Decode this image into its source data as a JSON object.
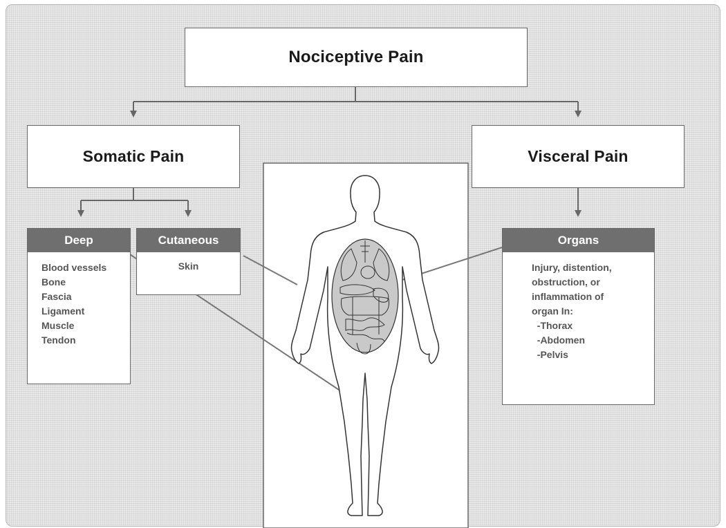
{
  "top": {
    "title": "Nociceptive Pain"
  },
  "somatic": {
    "title": "Somatic Pain"
  },
  "visceral": {
    "title": "Visceral Pain"
  },
  "deep": {
    "header": "Deep",
    "items": [
      "Blood vessels",
      "Bone",
      "Fascia",
      "Ligament",
      "Muscle",
      "Tendon"
    ]
  },
  "cutaneous": {
    "header": "Cutaneous",
    "items": [
      "Skin"
    ]
  },
  "organs": {
    "header": "Organs",
    "lines": [
      "Injury, distention,",
      "obstruction, or",
      "inflammation of",
      "organ In:",
      "  -Thorax",
      "  -Abdomen",
      "  -Pelvis"
    ]
  },
  "colors": {
    "frame_border": "#b8b8b8",
    "box_border": "#666666",
    "header_fill": "#6f6f6f",
    "body_text": "#555555",
    "arrow": "#666666"
  },
  "icons": {
    "figure": "human-body-outline-icon",
    "organs": "internal-organs-icon"
  }
}
